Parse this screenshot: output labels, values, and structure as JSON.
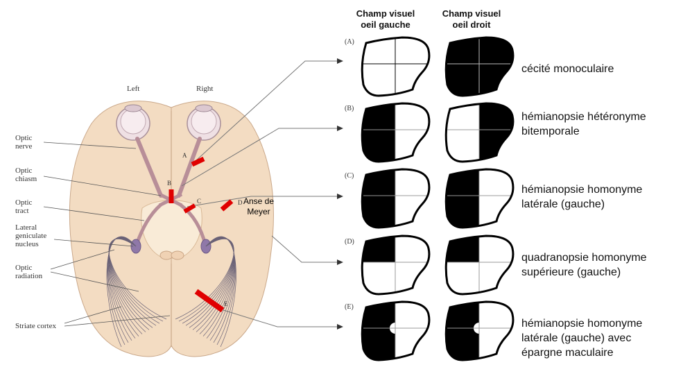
{
  "brain": {
    "side_left": "Left",
    "side_right": "Right",
    "labels": {
      "optic_nerve": [
        "Optic",
        "nerve"
      ],
      "optic_chiasm": [
        "Optic",
        "chiasm"
      ],
      "optic_tract": [
        "Optic",
        "tract"
      ],
      "lgn": [
        "Lateral",
        "geniculate",
        "nucleus"
      ],
      "optic_radiation": [
        "Optic",
        "radiation"
      ],
      "striate_cortex": "Striate cortex"
    },
    "lesion_letters": [
      "A",
      "B",
      "C",
      "D",
      "E"
    ],
    "meyer_loop": [
      "Anse de",
      "Meyer"
    ],
    "lesion_color": "#e00000",
    "brain_color": "#f2dcc3"
  },
  "visual_fields": {
    "header_left": [
      "Champ visuel",
      "oeil gauche"
    ],
    "header_right": [
      "Champ visuel",
      "oeil droit"
    ],
    "rows": [
      {
        "letter": "(A)",
        "diagnosis": [
          "cécité monoculaire"
        ],
        "left_dark": [],
        "right_dark": [
          "TL",
          "TR",
          "BL",
          "BR"
        ],
        "macular_sparing": false
      },
      {
        "letter": "(B)",
        "diagnosis": [
          "hémianopsie hétéronyme",
          "bitemporale"
        ],
        "left_dark": [
          "TL",
          "BL"
        ],
        "right_dark": [
          "TR",
          "BR"
        ],
        "macular_sparing": false
      },
      {
        "letter": "(C)",
        "diagnosis": [
          "hémianopsie homonyme",
          "latérale (gauche)"
        ],
        "left_dark": [
          "TL",
          "BL"
        ],
        "right_dark": [
          "TL",
          "BL"
        ],
        "macular_sparing": false
      },
      {
        "letter": "(D)",
        "diagnosis": [
          "quadranopsie homonyme",
          "supérieure (gauche)"
        ],
        "left_dark": [
          "TL"
        ],
        "right_dark": [
          "TL"
        ],
        "macular_sparing": false
      },
      {
        "letter": "(E)",
        "diagnosis": [
          "hémianopsie homonyme",
          "latérale (gauche) avec",
          "épargne maculaire"
        ],
        "left_dark": [
          "TL",
          "BL"
        ],
        "right_dark": [
          "TL",
          "BL"
        ],
        "macular_sparing": true
      }
    ]
  }
}
